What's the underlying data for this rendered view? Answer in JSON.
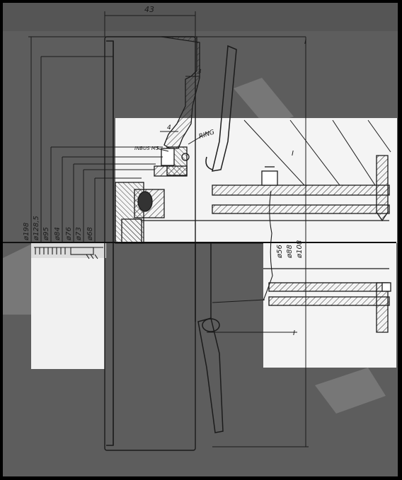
{
  "drawing": {
    "dimensions": {
      "width_top": "43",
      "gap": "3",
      "gap_small": "4",
      "diameters": [
        "ø198",
        "ø128,5",
        "ø95",
        "ø84",
        "ø76",
        "ø73",
        "ø68"
      ],
      "shaft_diameters": [
        "ø56",
        "ø88",
        "ø108"
      ]
    },
    "labels": {
      "ring": "RING",
      "bolt": "INBUS M5"
    },
    "marks": {
      "top": "I",
      "inner": "I",
      "lower": "I"
    },
    "colors": {
      "background": "#000000",
      "paper_dark": "#5d5d5d",
      "paper_light": "#f4f4f4",
      "line": "#1b1b1b"
    }
  }
}
